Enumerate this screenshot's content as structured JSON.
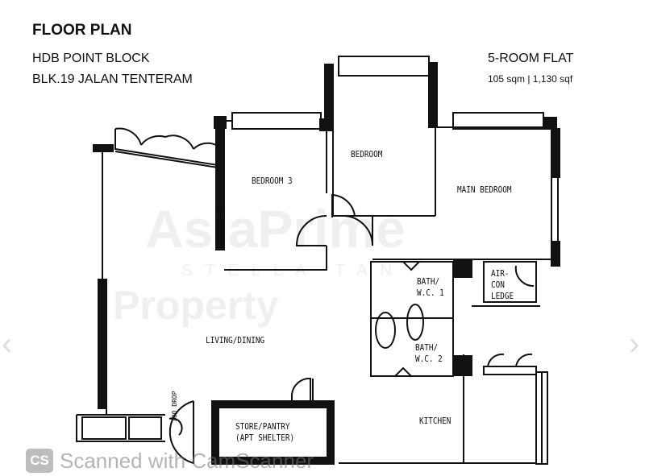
{
  "header": {
    "title": "FLOOR PLAN",
    "block_type": "HDB POINT BLOCK",
    "address": "BLK.19 JALAN TENTERAM",
    "flat_type": "5-ROOM FLAT",
    "area": "105 sqm | 1,130 sqf"
  },
  "rooms": {
    "bedroom3": "BEDROOM 3",
    "bedroom": "BEDROOM",
    "main_bedroom": "MAIN BEDROOM",
    "living_dining": "LIVING/DINING",
    "bath1_line1": "BATH/",
    "bath1_line2": "W.C. 1",
    "aircon_line1": "AIR-",
    "aircon_line2": "CON",
    "aircon_line3": "LEDGE",
    "bath2_line1": "BATH/",
    "bath2_line2": "W.C. 2",
    "kitchen": "KITCHEN",
    "store_line1": "STORE/PANTRY",
    "store_line2": "(APT SHELTER)",
    "drop": "100 DROP"
  },
  "watermarks": {
    "brand": "AsiaPrime",
    "agent": "STELLA TAN",
    "brand2": "Property",
    "scanner_logo": "CS",
    "scanner_text": "Scanned with CamScanner"
  },
  "nav": {
    "prev": "‹",
    "next": "›"
  }
}
